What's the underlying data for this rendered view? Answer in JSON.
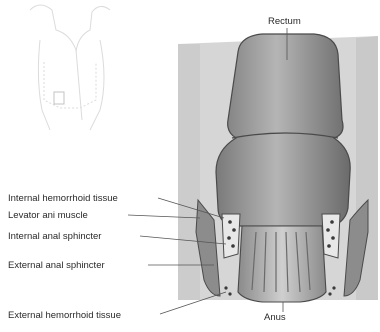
{
  "labels": {
    "rectum": "Rectum",
    "internal_hemorrhoid_tissue": "Internal hemorrhoid tissue",
    "levator_ani_muscle": "Levator ani muscle",
    "internal_anal_sphincter": "Internal anal sphincter",
    "external_anal_sphincter": "External anal sphincter",
    "external_hemorrhoid_tissue": "External hemorrhoid tissue",
    "anus": "Anus"
  },
  "colors": {
    "background_panel": "#d6d6d6",
    "tissue_dark": "#6e6e6e",
    "tissue_mid": "#9a9a9a",
    "tissue_light": "#c8c8c8",
    "leader_line": "#555555"
  },
  "icons": {
    "inset": "body-outline-inset-icon"
  }
}
